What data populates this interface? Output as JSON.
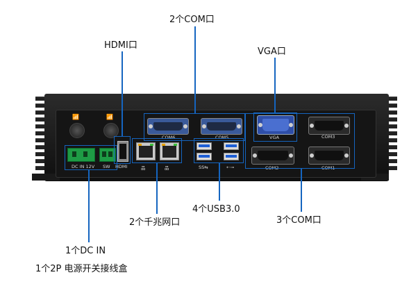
{
  "labels": {
    "com_top": "2个COM口",
    "hdmi": "HDMI口",
    "vga": "VGA口",
    "lan": "2个千兆网口",
    "usb": "4个USB3.0",
    "com_bottom": "3个COM口",
    "dc_in": "1个DC IN",
    "terminal": "1个2P 电源开关接线盒"
  },
  "panel_labels": {
    "com6": "COM6",
    "com5": "COM5",
    "vga": "VGA",
    "com3": "COM3",
    "com2": "COM2",
    "com1": "COM1",
    "dc": "DC IN 12V",
    "sw": "SW",
    "hdmi": "HDMI",
    "ss": "SS⇆",
    "usb_sym": "⇠⊸"
  },
  "colors": {
    "callout": "#1565c0"
  }
}
